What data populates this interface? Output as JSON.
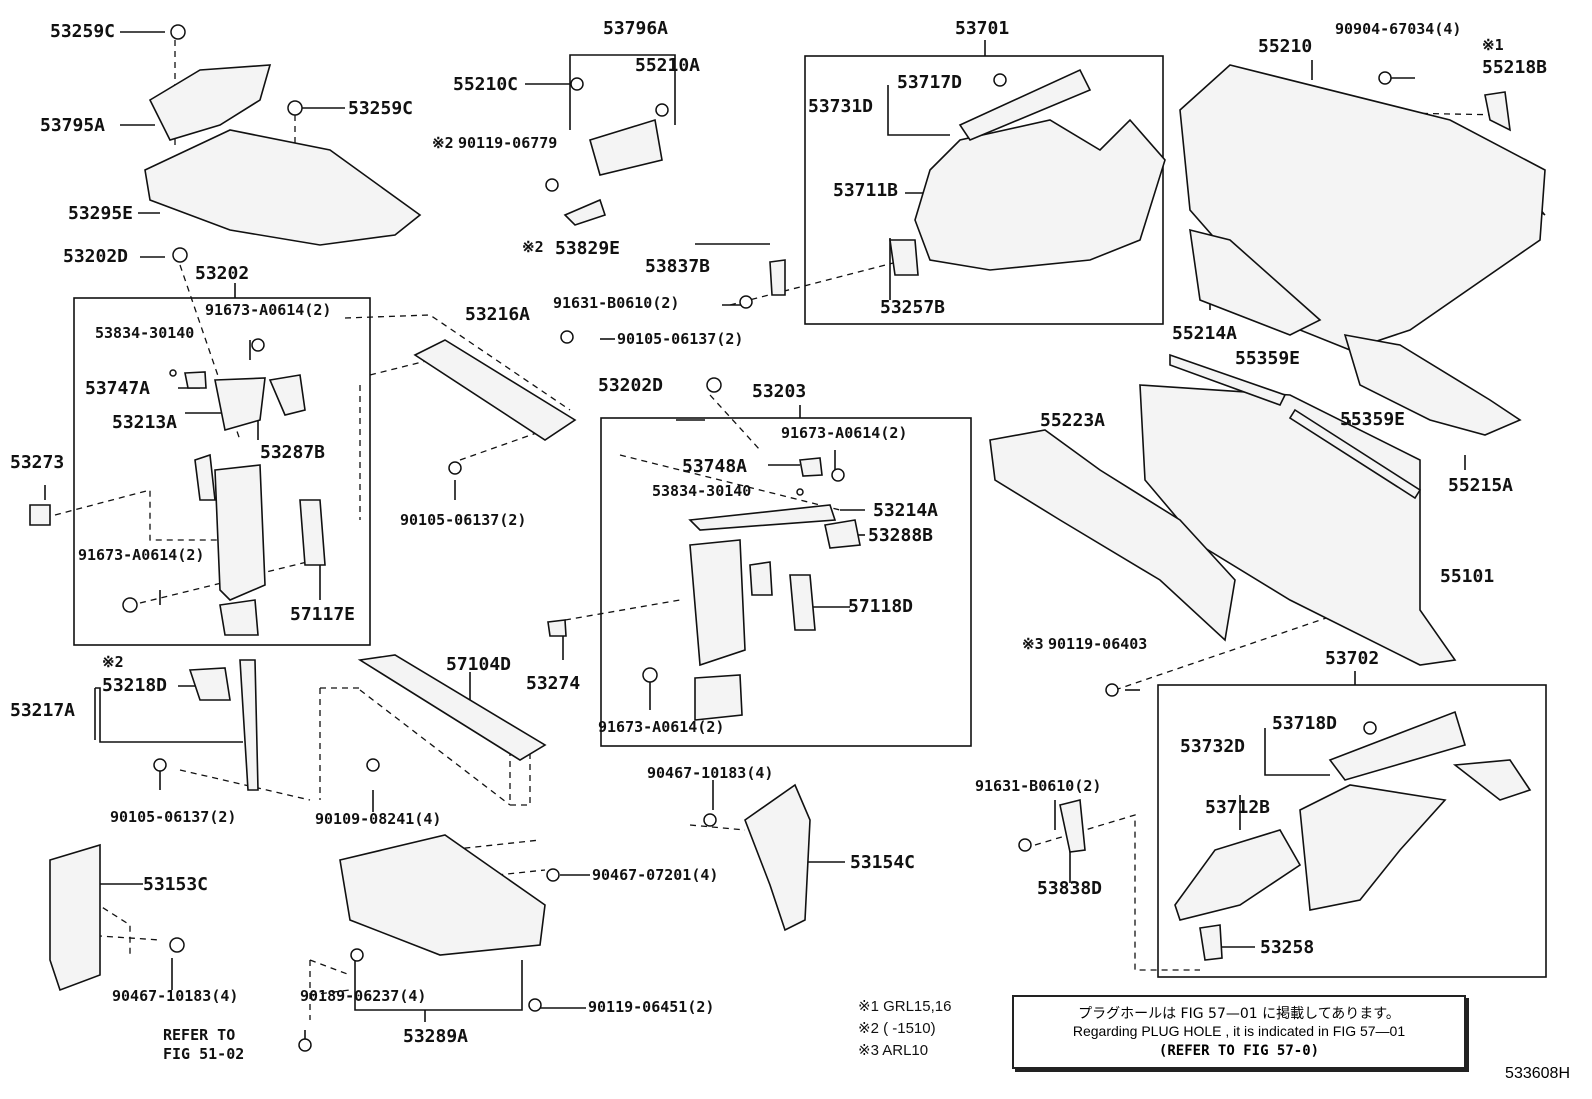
{
  "parts": {
    "p53259C_a": "53259C",
    "p53795A": "53795A",
    "p53259C_b": "53259C",
    "p53295E": "53295E",
    "p53202D_a": "53202D",
    "p53202": "53202",
    "p91673_A0614_a": "91673-A0614(2)",
    "p53834_30140_a": "53834-30140",
    "p53747A": "53747A",
    "p53213A": "53213A",
    "p53287B": "53287B",
    "p53273": "53273",
    "p91673_A0614_b": "91673-A0614(2)",
    "p57117E": "57117E",
    "p53796A": "53796A",
    "p55210C": "55210C",
    "p55210A": "55210A",
    "p90119_06779": "90119-06779",
    "p53829E": "53829E",
    "p53216A": "53216A",
    "p90105_06137_a": "90105-06137(2)",
    "p90105_06137_b": "90105-06137(2)",
    "p53837B": "53837B",
    "p91631_B0610_a": "91631-B0610(2)",
    "p53701": "53701",
    "p53717D": "53717D",
    "p53731D": "53731D",
    "p53711B": "53711B",
    "p53257B": "53257B",
    "p90904_67034": "90904-67034(4)",
    "p55210": "55210",
    "p55218B": "55218B",
    "p55214A": "55214A",
    "p55359E_a": "55359E",
    "p55359E_b": "55359E",
    "p55215A": "55215A",
    "p55223A": "55223A",
    "p55101": "55101",
    "p90119_06403": "90119-06403",
    "p53202D_b": "53202D",
    "p53203": "53203",
    "p91673_A0614_c": "91673-A0614(2)",
    "p53748A": "53748A",
    "p53834_30140_b": "53834-30140",
    "p53214A": "53214A",
    "p53288B": "53288B",
    "p57118D": "57118D",
    "p53274": "53274",
    "p91673_A0614_d": "91673-A0614(2)",
    "p53218D": "53218D",
    "p53217A": "53217A",
    "p90105_06137_c": "90105-06137(2)",
    "p57104D": "57104D",
    "p90109_08241": "90109-08241(4)",
    "p53153C": "53153C",
    "p90467_10183_a": "90467-10183(4)",
    "p90467_10183_b": "90467-10183(4)",
    "p53154C": "53154C",
    "p90467_07201": "90467-07201(4)",
    "p90189_06237": "90189-06237(4)",
    "p53289A": "53289A",
    "p90119_06451": "90119-06451(2)",
    "refer1": "REFER TO",
    "refer2": "FIG 51-02",
    "p53702": "53702",
    "p53718D": "53718D",
    "p53732D": "53732D",
    "p53712B": "53712B",
    "p53258": "53258",
    "p91631_B0610_b": "91631-B0610(2)",
    "p53838D": "53838D"
  },
  "marks": {
    "m1_top": "※1",
    "m2_a": "※2",
    "m2_b": "※2",
    "m2_c": "※2",
    "m3": "※3"
  },
  "notes": {
    "n1": "※1 GRL15,16",
    "n2": "※2 (      -1510)",
    "n3": "※3 ARL10"
  },
  "notebox": {
    "line1": "プラグホールは FIG 57—01 に掲載してあります。",
    "line2": "Regarding  PLUG  HOLE , it is indicated in FIG  57—01",
    "line3": "(REFER TO FIG 57-0)"
  },
  "figure_id": "533608H"
}
